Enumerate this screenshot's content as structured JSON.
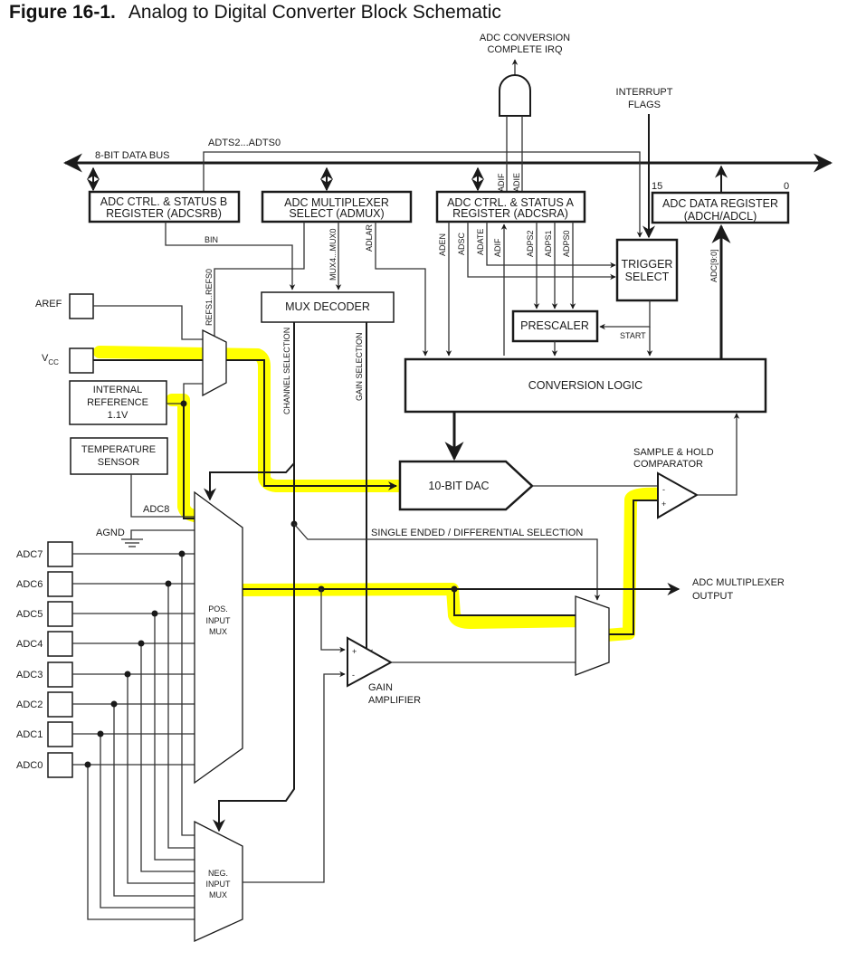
{
  "figure": {
    "number": "Figure 16-1.",
    "title": "Analog to Digital Converter Block Schematic"
  },
  "colors": {
    "highlight": "#ffff00",
    "line": "#1a1a1a",
    "background": "#ffffff"
  },
  "labels": {
    "irq": [
      "ADC CONVERSION",
      "COMPLETE IRQ"
    ],
    "interrupt_flags": [
      "INTERRUPT",
      "FLAGS"
    ],
    "data_bus": "8-BIT DATA BUS",
    "adts": "ADTS2...ADTS0",
    "adif_top": "ADIF",
    "adie_top": "ADIE",
    "bit15": "15",
    "bit0": "0",
    "bin": "BIN",
    "mux_bits": "MUX4...MUX0",
    "adlar": "ADLAR",
    "refs": "REFS1..REFS0",
    "aden": "ADEN",
    "adsc": "ADSC",
    "adate": "ADATE",
    "adif": "ADIF",
    "adps2": "ADPS2",
    "adps1": "ADPS1",
    "adps0": "ADPS0",
    "adc_bits": "ADC[9:0]",
    "start": "START",
    "channel_selection": "CHANNEL SELECTION",
    "gain_selection": "GAIN SELECTION",
    "sample_hold": [
      "SAMPLE & HOLD",
      "COMPARATOR"
    ],
    "se_diff": "SINGLE ENDED / DIFFERENTIAL SELECTION",
    "mux_output": [
      "ADC MULTIPLEXER",
      "OUTPUT"
    ],
    "gain_amp": [
      "GAIN",
      "AMPLIFIER"
    ],
    "adc8": "ADC8",
    "agnd": "AGND",
    "aref": "AREF",
    "vcc": "V",
    "vcc_sub": "CC",
    "plus": "+",
    "minus": "-"
  },
  "blocks": {
    "adcsrb": [
      "ADC CTRL. & STATUS B",
      "REGISTER (ADCSRB)"
    ],
    "admux": [
      "ADC MULTIPLEXER",
      "SELECT (ADMUX)"
    ],
    "adcsra": [
      "ADC CTRL. & STATUS A",
      "REGISTER (ADCSRA)"
    ],
    "data_reg": [
      "ADC DATA REGISTER",
      "(ADCH/ADCL)"
    ],
    "trigger": [
      "TRIGGER",
      "SELECT"
    ],
    "prescaler": "PRESCALER",
    "mux_decoder": "MUX DECODER",
    "conversion_logic": "CONVERSION LOGIC",
    "dac": "10-BIT DAC",
    "int_ref": [
      "INTERNAL",
      "REFERENCE",
      "1.1V"
    ],
    "temp": [
      "TEMPERATURE",
      "SENSOR"
    ],
    "pos_mux": [
      "POS.",
      "INPUT",
      "MUX"
    ],
    "neg_mux": [
      "NEG.",
      "INPUT",
      "MUX"
    ]
  },
  "adc_pins": [
    "ADC7",
    "ADC6",
    "ADC5",
    "ADC4",
    "ADC3",
    "ADC2",
    "ADC1",
    "ADC0"
  ]
}
